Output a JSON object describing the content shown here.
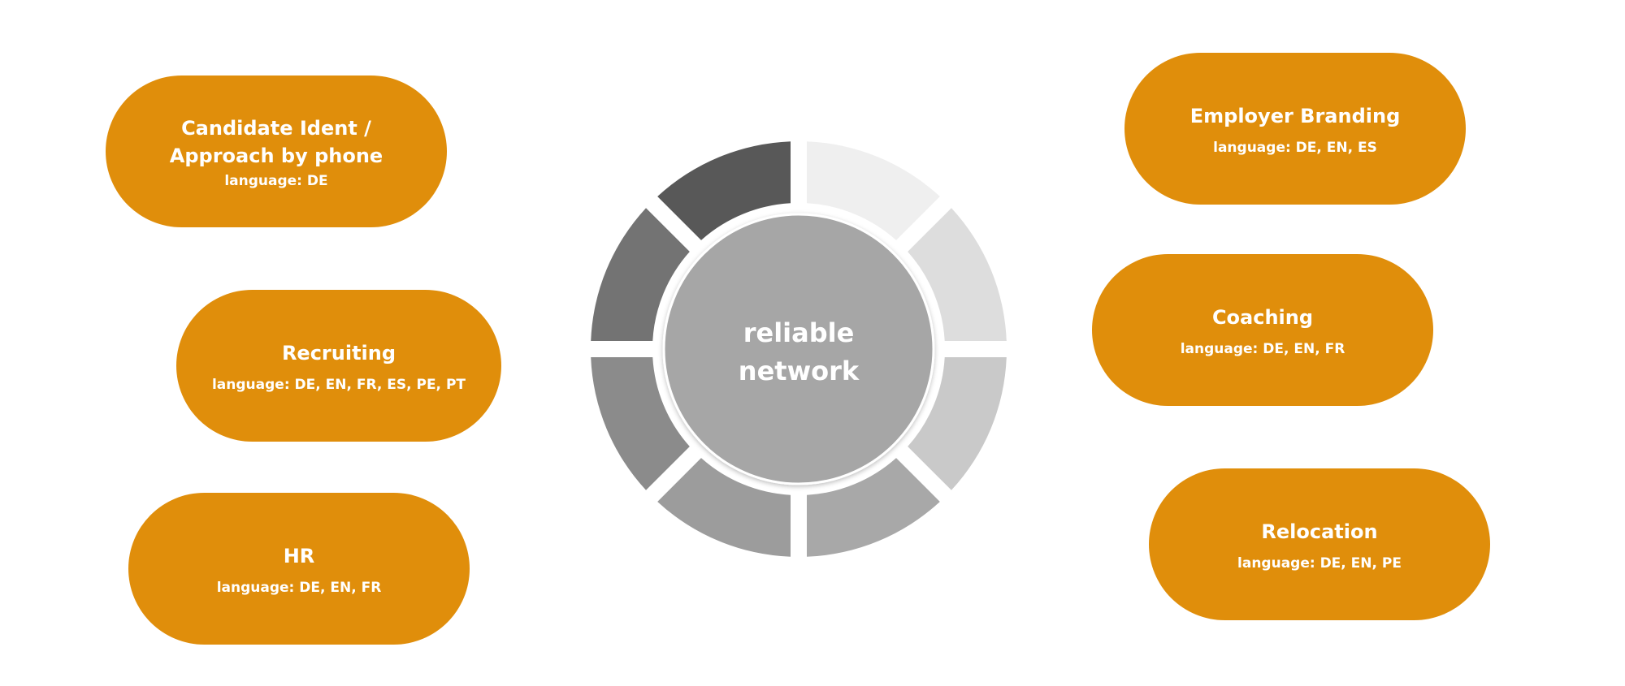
{
  "center": {
    "line1": "reliable",
    "line2": "network"
  },
  "colors": {
    "pill": "#e08e0b",
    "center_circle": "#a6a6a6",
    "segments": [
      "#585858",
      "#737373",
      "#8b8b8b",
      "#9c9c9c",
      "#a8a8a8",
      "#c9c9c9",
      "#dddddd",
      "#efefef"
    ]
  },
  "services": {
    "candidate": {
      "title": "Candidate Ident /\nApproach by phone",
      "language": "language: DE"
    },
    "recruiting": {
      "title": "Recruiting",
      "language": "language: DE, EN, FR, ES, PE, PT"
    },
    "hr": {
      "title": "HR",
      "language": "language: DE, EN, FR"
    },
    "employer": {
      "title": "Employer Branding",
      "language": "language: DE, EN, ES"
    },
    "coaching": {
      "title": "Coaching",
      "language": "language: DE, EN, FR"
    },
    "relocation": {
      "title": "Relocation",
      "language": "language: DE, EN, PE"
    }
  }
}
